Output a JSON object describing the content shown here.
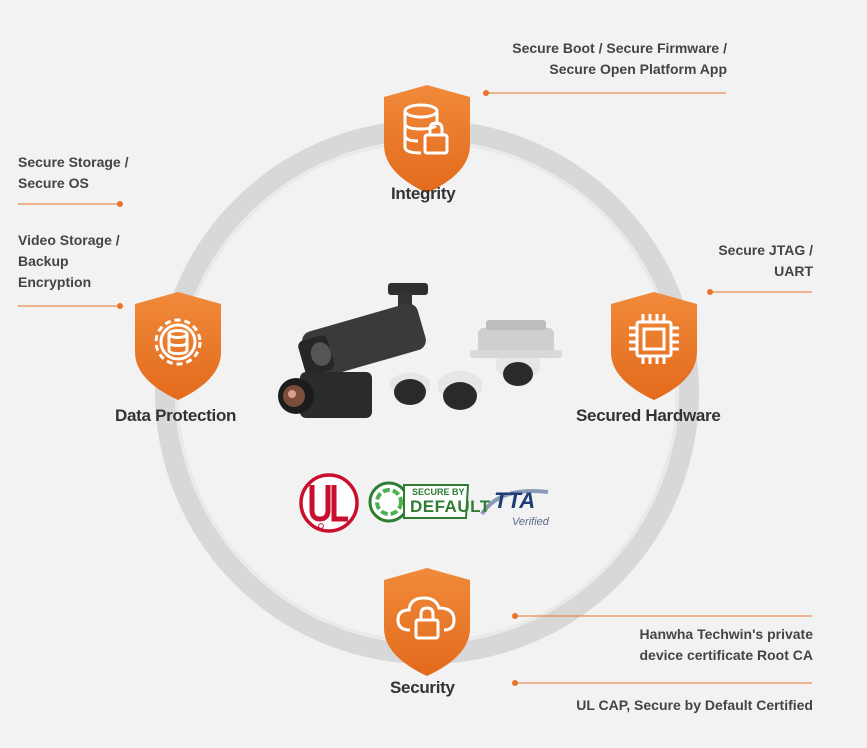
{
  "nodes": {
    "integrity": "Integrity",
    "data_protection": "Data Protection",
    "secured_hardware": "Secured Hardware",
    "security": "Security"
  },
  "notes": {
    "integrity_line1": "Secure Boot / Secure Firmware /",
    "integrity_line2": "Secure Open Platform App",
    "storage_line1": "Secure Storage /",
    "storage_line2": "Secure OS",
    "video_line1": "Video Storage /",
    "video_line2": "Backup",
    "video_line3": "Encryption",
    "jtag_line1": "Secure JTAG /",
    "jtag_line2": "UART",
    "cert_line1": "Hanwha Techwin's private",
    "cert_line2": "device certificate Root CA",
    "ul_cap": "UL CAP, Secure by Default Certified"
  },
  "badges": {
    "ul_letters": "UL",
    "sbd_top": "SECURE BY",
    "sbd_bottom": "DEFAULT",
    "tta": "TTA",
    "tta_sub": "Verified"
  },
  "colors": {
    "accent": "#e8742a",
    "ring": "#d9d9d9",
    "background": "#f2f2f2",
    "ul_red": "#c8102e",
    "sbd_green": "#2e7d32",
    "tta_blue": "#1f3b73"
  },
  "icons": [
    "database-lock-icon",
    "gear-database-icon",
    "chip-icon",
    "cloud-lock-icon"
  ]
}
